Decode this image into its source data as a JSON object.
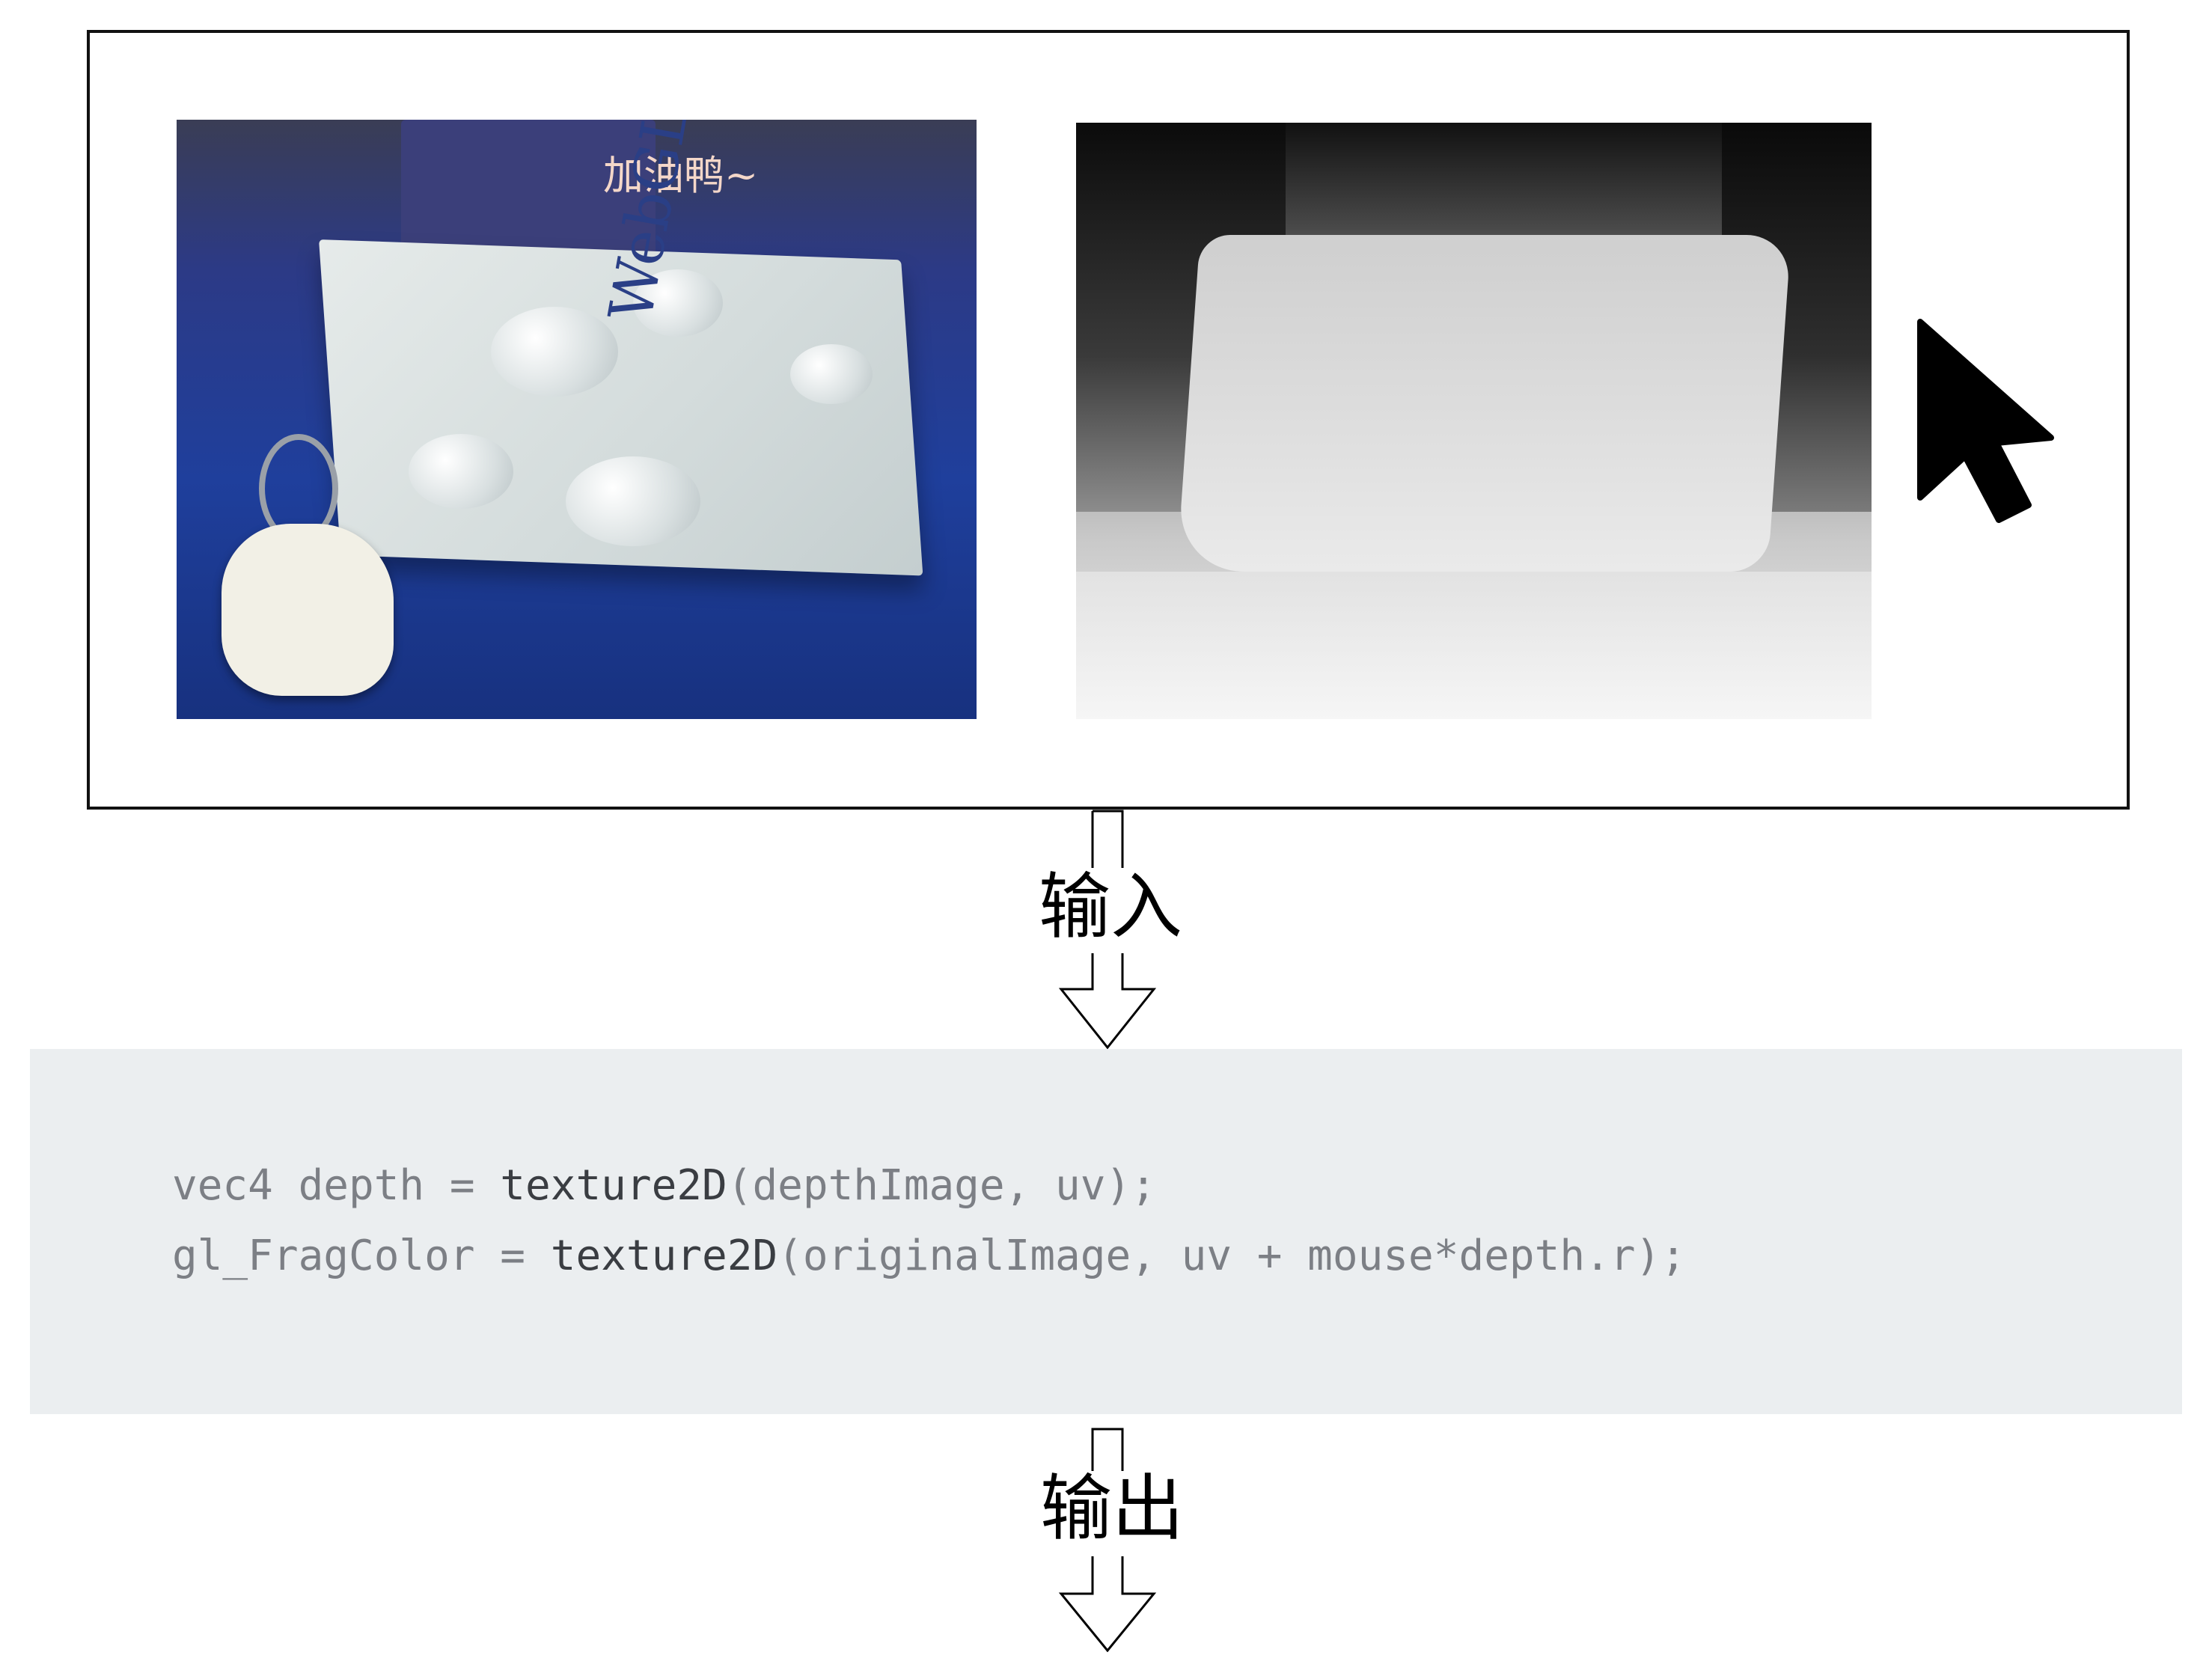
{
  "input_frame": {
    "original_image": {
      "stand_text": "加油鸭~",
      "book_title": "WebGL"
    },
    "depth_image": {},
    "cursor_icon": "mouse-pointer-icon"
  },
  "labels": {
    "input": "输入",
    "output": "输出"
  },
  "code": {
    "line1": {
      "prefix": "vec4 depth = ",
      "fn": "texture2D",
      "suffix": "(depthImage, uv);"
    },
    "line2": {
      "prefix": "gl_FragColor = ",
      "fn": "texture2D",
      "suffix": "(originalImage, uv + mouse*depth.r);"
    }
  },
  "colors": {
    "code_background": "#ebeef0",
    "code_text": "#7c7f85",
    "code_function": "#3a3d42",
    "frame_border": "#111111"
  }
}
